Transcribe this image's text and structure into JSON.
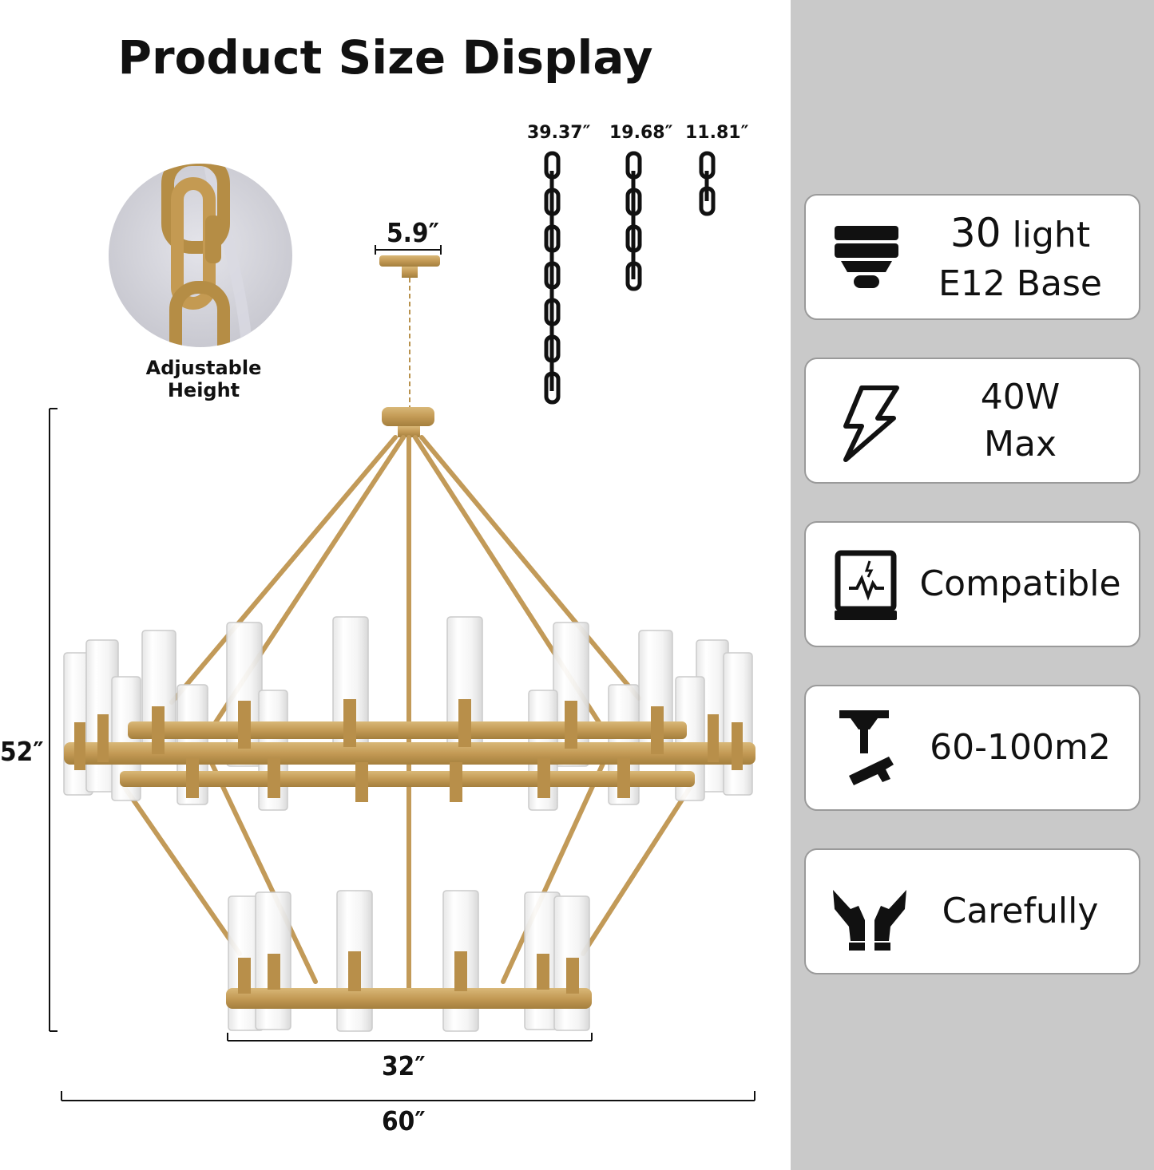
{
  "title": "Product Size Display",
  "adjustable_label": "Adjustable Height",
  "canopy_width": "5.9″",
  "height": "52″",
  "bottom_ring": "32″",
  "overall_width": "60″",
  "chains": [
    "39.37″",
    "19.68″",
    "11.81″"
  ],
  "features": {
    "light": {
      "number": "30",
      "word": "light",
      "base": "E12 Base",
      "icon": "bulb-icon"
    },
    "wattage": {
      "line1": "40W",
      "line2": "Max",
      "icon": "lightning-icon"
    },
    "dimmer": {
      "label": "Compatible",
      "icon": "dimmer-icon"
    },
    "area": {
      "label": "60-100m2",
      "icon": "ceiling-light-icon"
    },
    "care": {
      "label": "Carefully",
      "icon": "hands-icon"
    }
  },
  "colors": {
    "gold": "#c7a05f",
    "panel": "#c9c9c9",
    "ink": "#111111"
  }
}
